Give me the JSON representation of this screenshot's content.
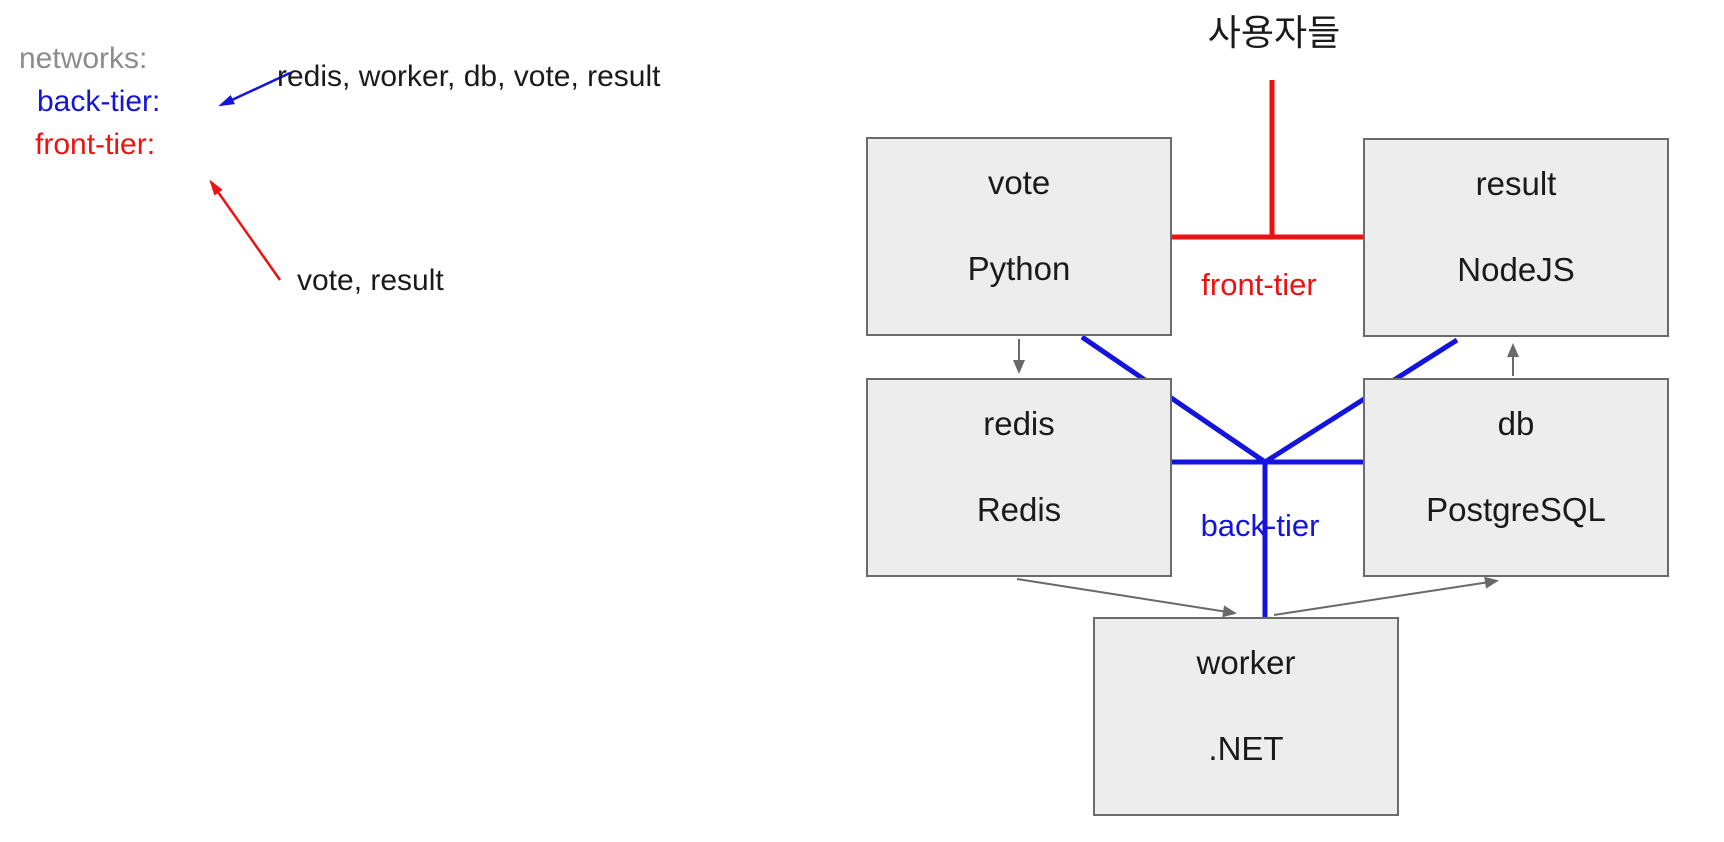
{
  "left_panel": {
    "networks_label": "networks:",
    "back_tier_label": "back-tier:",
    "front_tier_label": "front-tier:",
    "back_tier_services": "redis, worker, db, vote, result",
    "front_tier_services": "vote, result"
  },
  "diagram": {
    "users_label": "사용자들",
    "front_tier_network_label": "front-tier",
    "back_tier_network_label": "back-tier",
    "nodes": {
      "vote": {
        "name": "vote",
        "tech": "Python"
      },
      "result": {
        "name": "result",
        "tech": "NodeJS"
      },
      "redis": {
        "name": "redis",
        "tech": "Redis"
      },
      "db": {
        "name": "db",
        "tech": "PostgreSQL"
      },
      "worker": {
        "name": "worker",
        "tech": ".NET"
      }
    }
  },
  "colors": {
    "front_tier": "#ee1111",
    "back_tier": "#1414dd",
    "arrow_gray": "#696969",
    "box_fill": "#ededed",
    "box_border": "#6b6b6b",
    "muted_text": "#8c8c8c",
    "text": "#1a1a1a"
  }
}
